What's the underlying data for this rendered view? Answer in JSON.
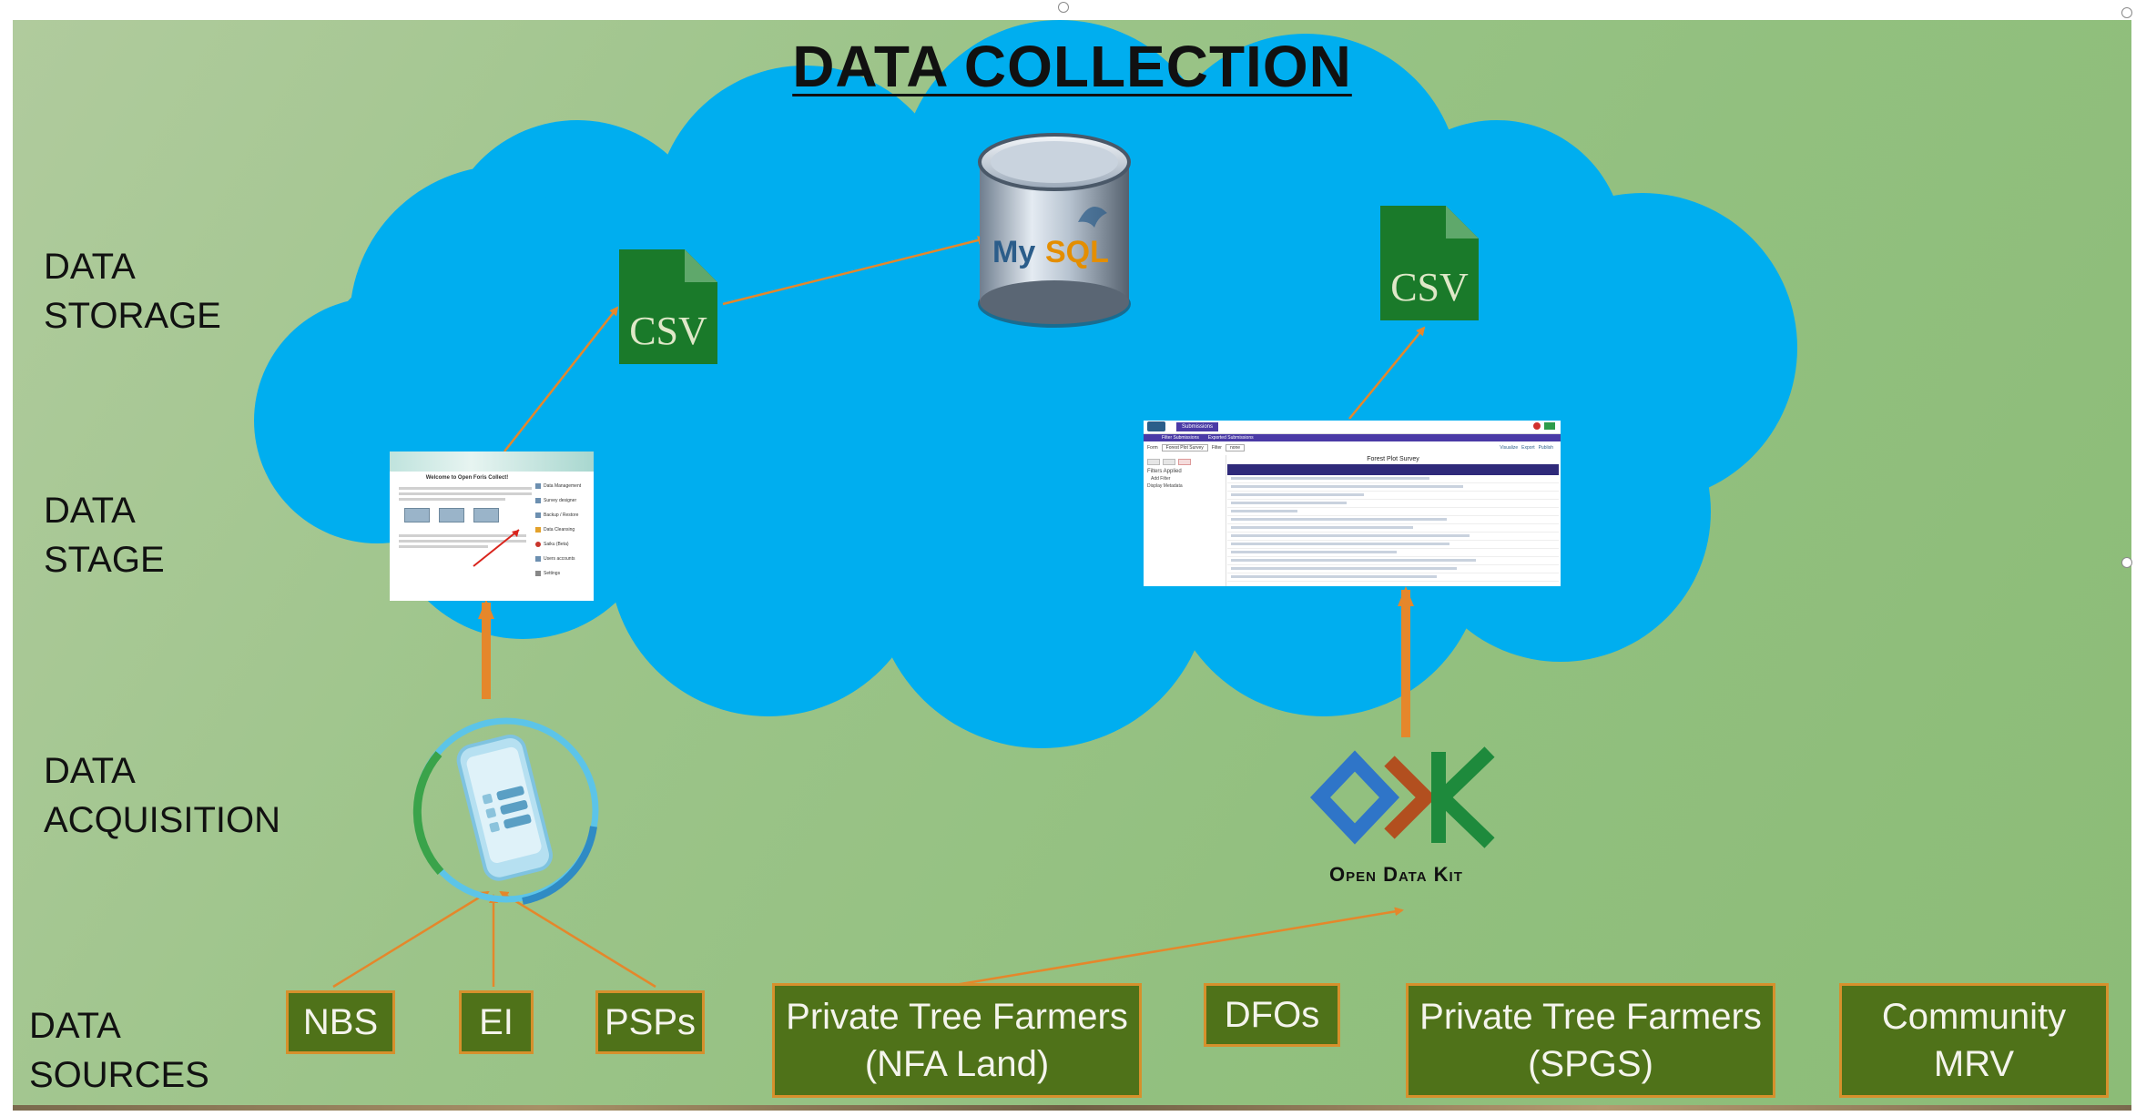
{
  "title": "DATA COLLECTION",
  "row_labels": [
    {
      "id": "storage",
      "text": "DATA\nSTORAGE"
    },
    {
      "id": "stage",
      "text": "DATA\nSTAGE"
    },
    {
      "id": "acquisition",
      "text": "DATA\nACQUISITION"
    },
    {
      "id": "sources",
      "text": "DATA\nSOURCES"
    }
  ],
  "nodes": {
    "csv_left": {
      "label": "CSV",
      "icon": "csv-file-icon",
      "color": "#1a7a2a"
    },
    "csv_right": {
      "label": "CSV",
      "icon": "csv-file-icon",
      "color": "#1a7a2a"
    },
    "mysql": {
      "label_my": "My",
      "label_sql": "SQL",
      "icon": "mysql-database-icon",
      "color_my": "#2b5d8a",
      "color_sql": "#e48e00"
    },
    "open_foris": {
      "heading": "Welcome to Open Foris Collect!",
      "menu": [
        "Data Management",
        "Survey designer",
        "Backup / Restore",
        "Data Cleansing",
        "Saiku (Beta)",
        "Users accounts",
        "Settings"
      ]
    },
    "odk_aggregate": {
      "tab": "Submissions",
      "subtabs": [
        "Filter Submissions",
        "Exported Submissions"
      ],
      "form_label": "Form",
      "form_value": "Forest Plot Survey",
      "filter_label": "Filter",
      "filter_value": "none",
      "table_title": "Forest Plot Survey",
      "actions": [
        "Visualize",
        "Export",
        "Publish"
      ],
      "filters_applied": "Filters Applied",
      "sidebar_items": [
        "Add Filter",
        "Display Metadata"
      ]
    },
    "mobile_app": {
      "icon": "mobile-phone-icon"
    },
    "odk_logo": {
      "caption": "Open Data Kit",
      "icon": "odk-logo-icon",
      "colors": [
        "#2f75c8",
        "#b24f1f",
        "#1e8a3c"
      ]
    }
  },
  "sources": [
    {
      "id": "nbs",
      "label": "NBS"
    },
    {
      "id": "ei",
      "label": "EI"
    },
    {
      "id": "psps",
      "label": "PSPs"
    },
    {
      "id": "ptf-nfa",
      "label": "Private Tree Farmers\n(NFA Land)"
    },
    {
      "id": "dfos",
      "label": "DFOs"
    },
    {
      "id": "ptf-spgs",
      "label": "Private Tree Farmers\n(SPGS)"
    },
    {
      "id": "community-mrv",
      "label": "Community\nMRV"
    }
  ],
  "colors": {
    "background": "#99c286",
    "cloud": "#00aeef",
    "source_box_fill": "#4f7219",
    "source_box_border": "#d6902c",
    "arrow": "#e5872b"
  }
}
